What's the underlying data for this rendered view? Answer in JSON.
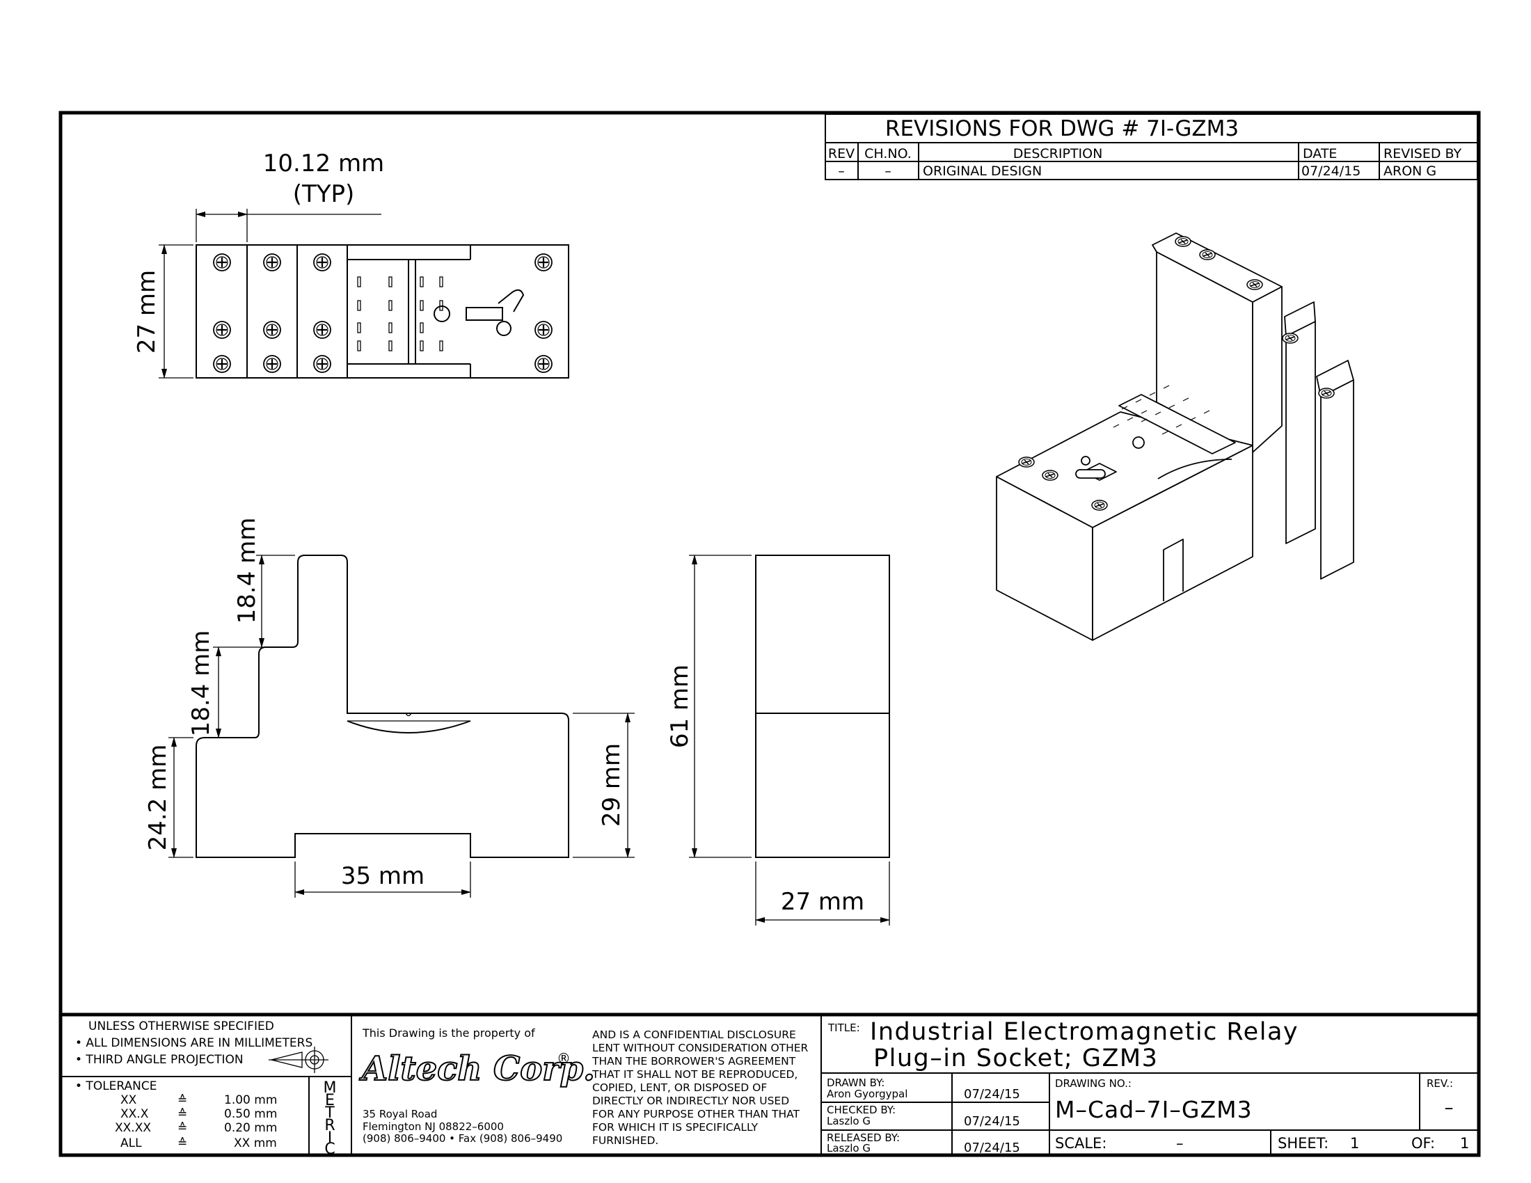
{
  "revisions": {
    "title": "REVISIONS FOR DWG # 7I-GZM3",
    "headers": {
      "rev": "REV",
      "ch_no": "CH.NO.",
      "description": "DESCRIPTION",
      "date": "DATE",
      "revised_by": "REVISED BY"
    },
    "rows": [
      {
        "rev": "–",
        "ch_no": "–",
        "description": "ORIGINAL DESIGN",
        "date": "07/24/15",
        "revised_by": "ARON G"
      }
    ]
  },
  "dimensions": {
    "pitch": "10.12 mm",
    "pitch_note": "(TYP)",
    "top_height": "27 mm",
    "step_upper": "18.4 mm",
    "step_middle": "18.4 mm",
    "base_height": "24.2 mm",
    "rail_width": "35 mm",
    "right_height": "29 mm",
    "total_height": "61 mm",
    "side_width": "27 mm"
  },
  "notes": {
    "line1": "UNLESS OTHERWISE SPECIFIED",
    "line2": "• ALL DIMENSIONS ARE IN MILLIMETERS",
    "line3": "• THIRD ANGLE PROJECTION",
    "tolerance_label": "• TOLERANCE",
    "tolerances": [
      {
        "format": "XX",
        "sym": "≙",
        "value": "1.00 mm"
      },
      {
        "format": "XX.X",
        "sym": "≙",
        "value": "0.50 mm"
      },
      {
        "format": "XX.XX",
        "sym": "≙",
        "value": "0.20 mm"
      },
      {
        "format": "ALL",
        "sym": "≙",
        "value": "XX mm"
      }
    ],
    "metric_letters": [
      "M",
      "E",
      "T",
      "R",
      "I",
      "C"
    ]
  },
  "company": {
    "property_line": "This Drawing is the property of",
    "name": "Altech Corp.",
    "reg": "®",
    "address1": "35 Royal Road",
    "address2": "Flemington NJ 08822–6000",
    "phone": "(908) 806–9400 • Fax (908) 806–9490",
    "disclosure": [
      "AND IS A CONFIDENTIAL DISCLOSURE",
      "LENT WITHOUT CONSIDERATION OTHER",
      "THAN THE BORROWER'S AGREEMENT",
      "THAT IT SHALL NOT BE REPRODUCED,",
      "COPIED, LENT, OR DISPOSED OF",
      "DIRECTLY OR INDIRECTLY NOR USED",
      "FOR ANY PURPOSE OTHER THAN THAT",
      "FOR WHICH IT IS SPECIFICALLY",
      "FURNISHED."
    ]
  },
  "title_block": {
    "title_label": "TITLE:",
    "title_line1": "Industrial Electromagnetic Relay",
    "title_line2": "Plug–in Socket; GZM3",
    "drawn_label": "DRAWN BY:",
    "drawn_name": "Aron Gyorgypal",
    "drawn_date": "07/24/15",
    "checked_label": "CHECKED BY:",
    "checked_name": "Laszlo G",
    "checked_date": "07/24/15",
    "released_label": "RELEASED BY:",
    "released_name": "Laszlo G",
    "released_date": "07/24/15",
    "drawing_no_label": "DRAWING NO.:",
    "drawing_no": "M–Cad–7I–GZM3",
    "rev_label": "REV.:",
    "rev_value": "–",
    "scale_label": "SCALE:",
    "scale_value": "–",
    "sheet_label": "SHEET:",
    "sheet_value": "1",
    "of_label": "OF:",
    "of_value": "1"
  }
}
